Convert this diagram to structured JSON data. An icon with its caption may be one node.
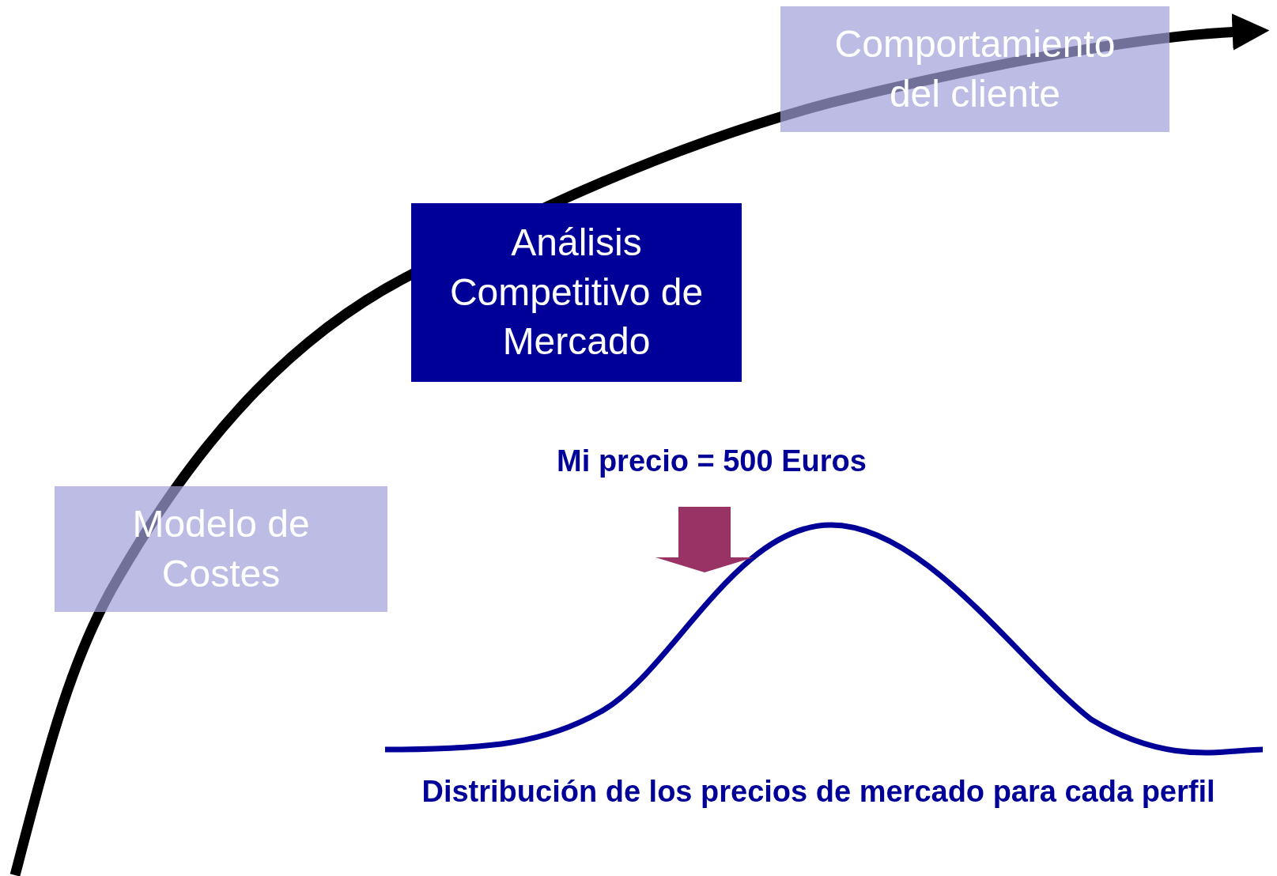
{
  "diagram": {
    "nodes": [
      {
        "text": [
          "Comportamiento del cliente"
        ]
      },
      {
        "text": [
          "Análisis Competitivo de Mercado"
        ]
      },
      {
        "text": [
          "Modelo de Costes"
        ]
      }
    ],
    "labels": [
      "Mi precio = 500 Euros",
      "Distribución de los precios de mercado para cada perfil"
    ]
  }
}
